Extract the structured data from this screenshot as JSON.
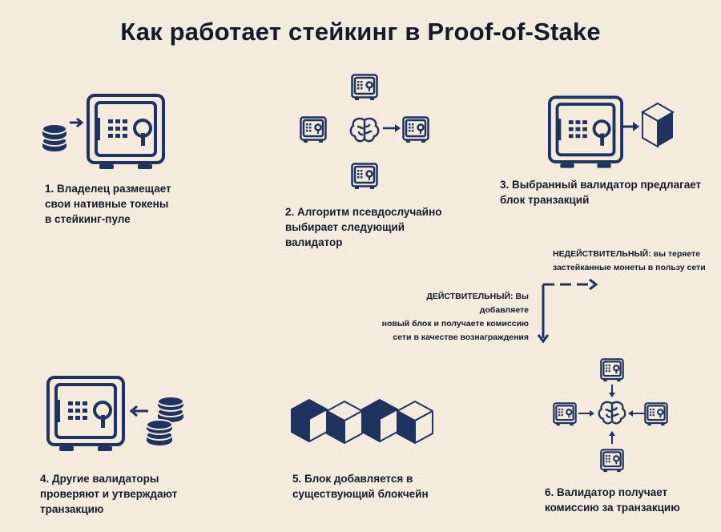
{
  "title": "Как работает стейкинг в Proof-of-Stake",
  "colors": {
    "navy": "#1e3360",
    "background": "#f5ebdd",
    "text": "#141a2c"
  },
  "steps": [
    {
      "lines": [
        "1. Владелец размещает",
        "свои нативные токены",
        "в стейкинг-пуле"
      ]
    },
    {
      "lines": [
        "2. Алгоритм псевдослучайно",
        "выбирает следующий",
        "валидатор"
      ]
    },
    {
      "lines": [
        "3. Выбранный валидатор предлагает",
        "блок транзакций"
      ]
    },
    {
      "lines": [
        "4. Другие валидаторы",
        "проверяют и утверждают",
        "транзакцию"
      ]
    },
    {
      "lines": [
        "5. Блок добавляется в",
        "существующий блокчейн"
      ]
    },
    {
      "lines": [
        "6. Валидатор получает",
        "комиссию за транзакцию"
      ]
    }
  ],
  "branches": {
    "invalid": {
      "lines": [
        "НЕДЕЙСТВИТЕЛЬНЫЙ: вы теряете",
        "застейканные монеты в пользу сети"
      ]
    },
    "valid": {
      "lines": [
        "ДЕЙСТВИТЕЛЬНЫЙ: Вы добавляете",
        "новый блок и получаете комиссию",
        "сети в качестве вознаграждения"
      ]
    }
  },
  "icons": [
    "coins-icon",
    "safe-icon",
    "brain-icon",
    "blockchain-block-icon",
    "arrow-icon"
  ]
}
